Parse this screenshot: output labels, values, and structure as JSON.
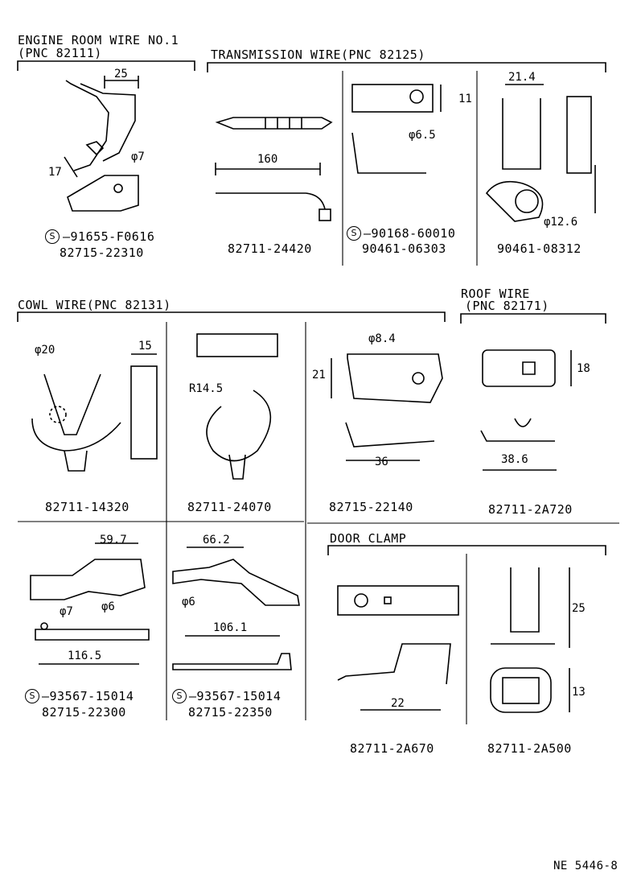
{
  "sections": {
    "engine_room": {
      "title_line1": "ENGINE ROOM WIRE NO.1",
      "title_line2": "(PNC 82111)"
    },
    "transmission": {
      "title": "TRANSMISSION WIRE(PNC 82125)"
    },
    "cowl": {
      "title": "COWL WIRE(PNC 82131)"
    },
    "roof": {
      "title_line1": "ROOF WIRE",
      "title_line2": "(PNC 82171)"
    },
    "door": {
      "title": "DOOR CLAMP"
    }
  },
  "parts": [
    {
      "id": "p1",
      "dims": [
        "25",
        "17",
        "φ7"
      ],
      "screw_symbol": "S",
      "screw_part": "91655-F0616",
      "part_no": "82715-22310"
    },
    {
      "id": "p2",
      "dims": [
        "160"
      ],
      "part_no": "82711-24420"
    },
    {
      "id": "p3",
      "dims": [
        "11",
        "φ6.5"
      ],
      "screw_symbol": "S",
      "screw_part": "90168-60010",
      "part_no": "90461-06303"
    },
    {
      "id": "p4",
      "dims": [
        "21.4",
        "φ12.6"
      ],
      "part_no": "90461-08312"
    },
    {
      "id": "p5",
      "dims": [
        "φ20",
        "15"
      ],
      "part_no": "82711-14320"
    },
    {
      "id": "p6",
      "dims": [
        "R14.5"
      ],
      "part_no": "82711-24070"
    },
    {
      "id": "p7",
      "dims": [
        "φ8.4",
        "21",
        "36"
      ],
      "part_no": "82715-22140"
    },
    {
      "id": "p8",
      "dims": [
        "18",
        "38.6"
      ],
      "part_no": "82711-2A720"
    },
    {
      "id": "p9",
      "dims": [
        "59.7",
        "φ6",
        "φ7",
        "116.5"
      ],
      "screw_symbol": "S",
      "screw_part": "93567-15014",
      "part_no": "82715-22300"
    },
    {
      "id": "p10",
      "dims": [
        "66.2",
        "φ6",
        "106.1"
      ],
      "screw_symbol": "S",
      "screw_part": "93567-15014",
      "part_no": "82715-22350"
    },
    {
      "id": "p11",
      "dims": [
        "22"
      ],
      "part_no": "82711-2A670"
    },
    {
      "id": "p12",
      "dims": [
        "25",
        "13"
      ],
      "part_no": "82711-2A500"
    }
  ],
  "footer": {
    "ref": "NE 5446-8"
  }
}
